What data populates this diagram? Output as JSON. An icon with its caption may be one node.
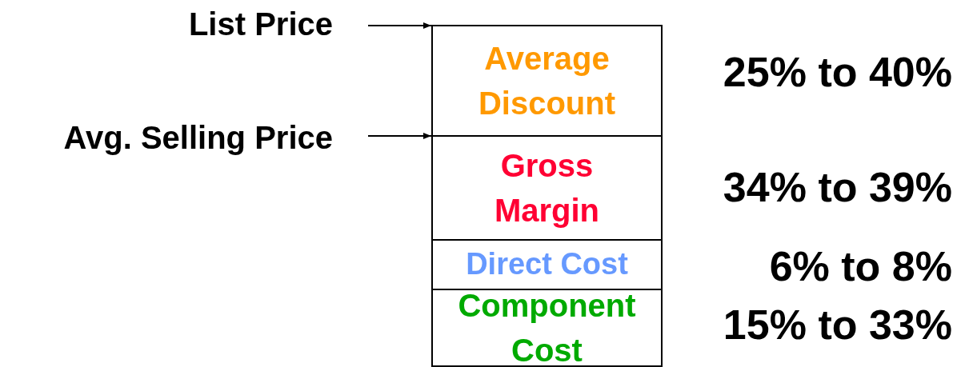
{
  "diagram": {
    "nodes": [
      {
        "text": [
          "List Price"
        ]
      },
      {
        "text": [
          "Avg. Selling Price"
        ]
      },
      {
        "text": [
          "Average Discount"
        ],
        "beside": [
          "25% to 40%"
        ]
      },
      {
        "text": [
          "Gross Margin"
        ],
        "beside": [
          "34% to 39%"
        ]
      },
      {
        "text": [
          "Direct Cost"
        ],
        "beside": [
          "6% to 8%"
        ]
      },
      {
        "text": [
          "Component Cost"
        ],
        "beside": [
          "15% to 33%"
        ]
      }
    ],
    "edges": [
      {
        "from": 0,
        "to": 2,
        "arrow": "to"
      },
      {
        "from": 1,
        "to": 3,
        "arrow": "to"
      }
    ]
  }
}
